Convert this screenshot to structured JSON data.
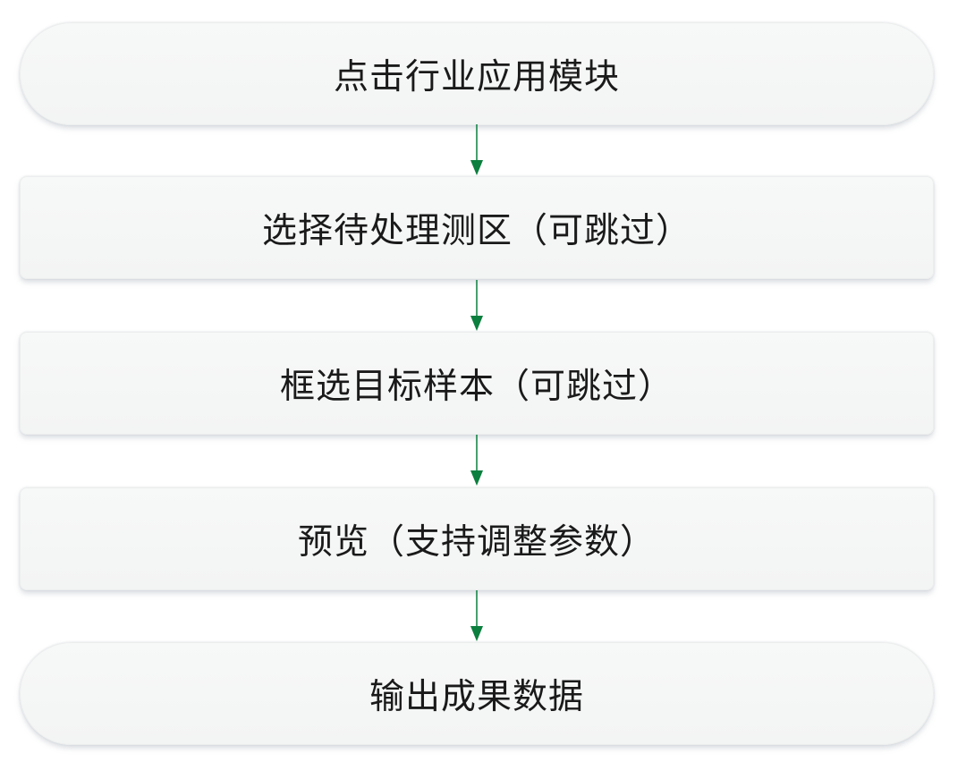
{
  "flow": {
    "steps": [
      {
        "label": "点击行业应用模块"
      },
      {
        "label": "选择待处理测区（可跳过）"
      },
      {
        "label": "框选目标样本（可跳过）"
      },
      {
        "label": "预览（支持调整参数）"
      },
      {
        "label": "输出成果数据"
      }
    ],
    "arrow_color": "#0b7f3e"
  }
}
